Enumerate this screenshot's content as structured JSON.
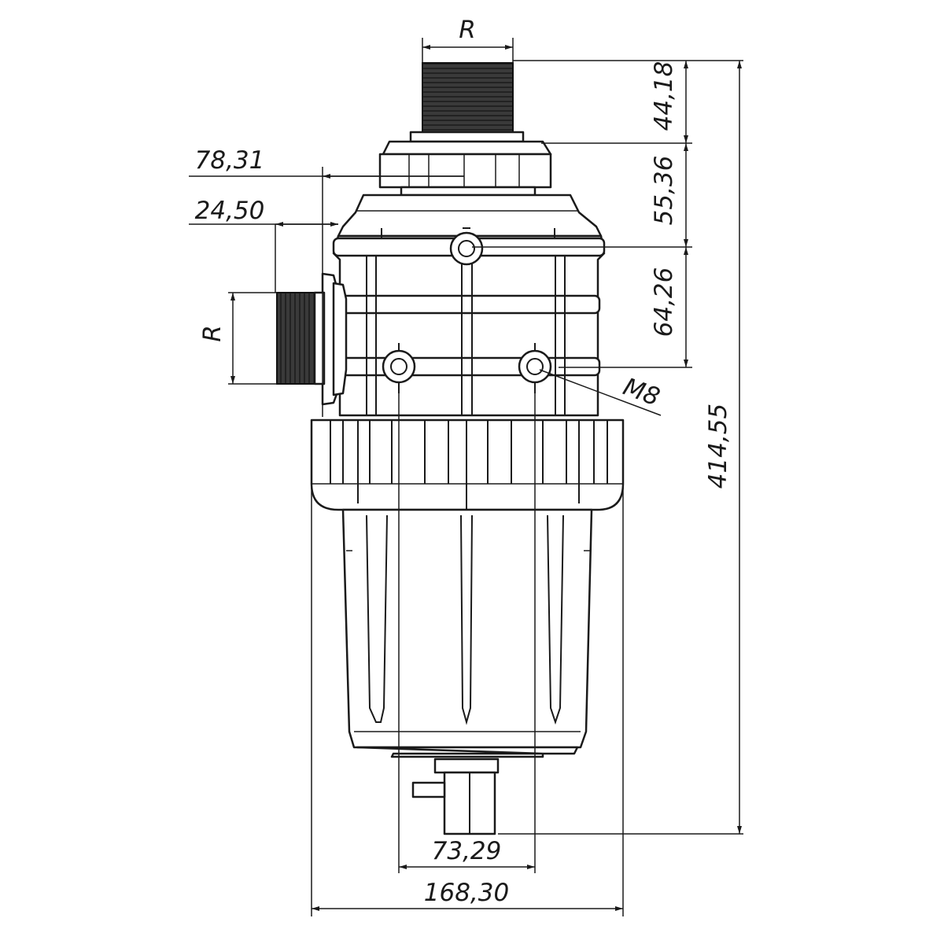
{
  "drawing": {
    "subject": "filter-technical-drawing",
    "line_color": "#1a1a1a",
    "thread_color": "#2a2a2a",
    "background": "#ffffff"
  },
  "dimensions": {
    "top_thread": "R",
    "side_thread": "R",
    "offset_78": "78,31",
    "offset_24": "24,50",
    "height_44": "44,18",
    "height_55": "55,36",
    "height_64": "64,26",
    "total_height": "414,55",
    "mount_spacing": "73,29",
    "total_width": "168,30",
    "bolt": "M8"
  }
}
